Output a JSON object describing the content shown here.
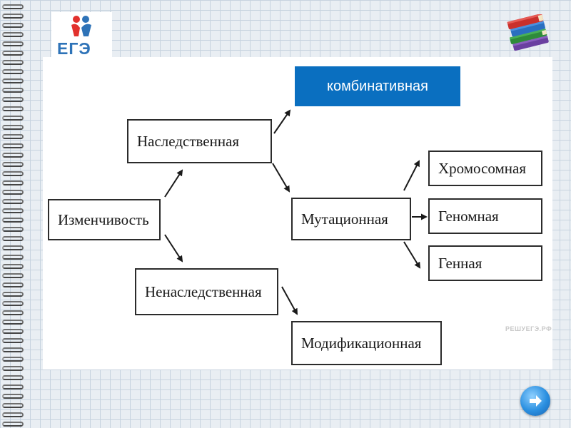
{
  "logo": {
    "text": "ЕГЭ"
  },
  "header_box": {
    "label": "комбинативная",
    "color": "#0a6fc0"
  },
  "diagram": {
    "root": "Изменчивость",
    "hereditary": "Наследственная",
    "non_hereditary": "Ненаследственная",
    "mutational": "Мутационная",
    "modification": "Модификационная",
    "chromosomal": "Хромосомная",
    "genomic": "Геномная",
    "gene": "Генная"
  },
  "watermark": "РЕШУЕГЭ.РФ",
  "icons": {
    "books": "books-icon",
    "next": "arrow-right-icon"
  }
}
